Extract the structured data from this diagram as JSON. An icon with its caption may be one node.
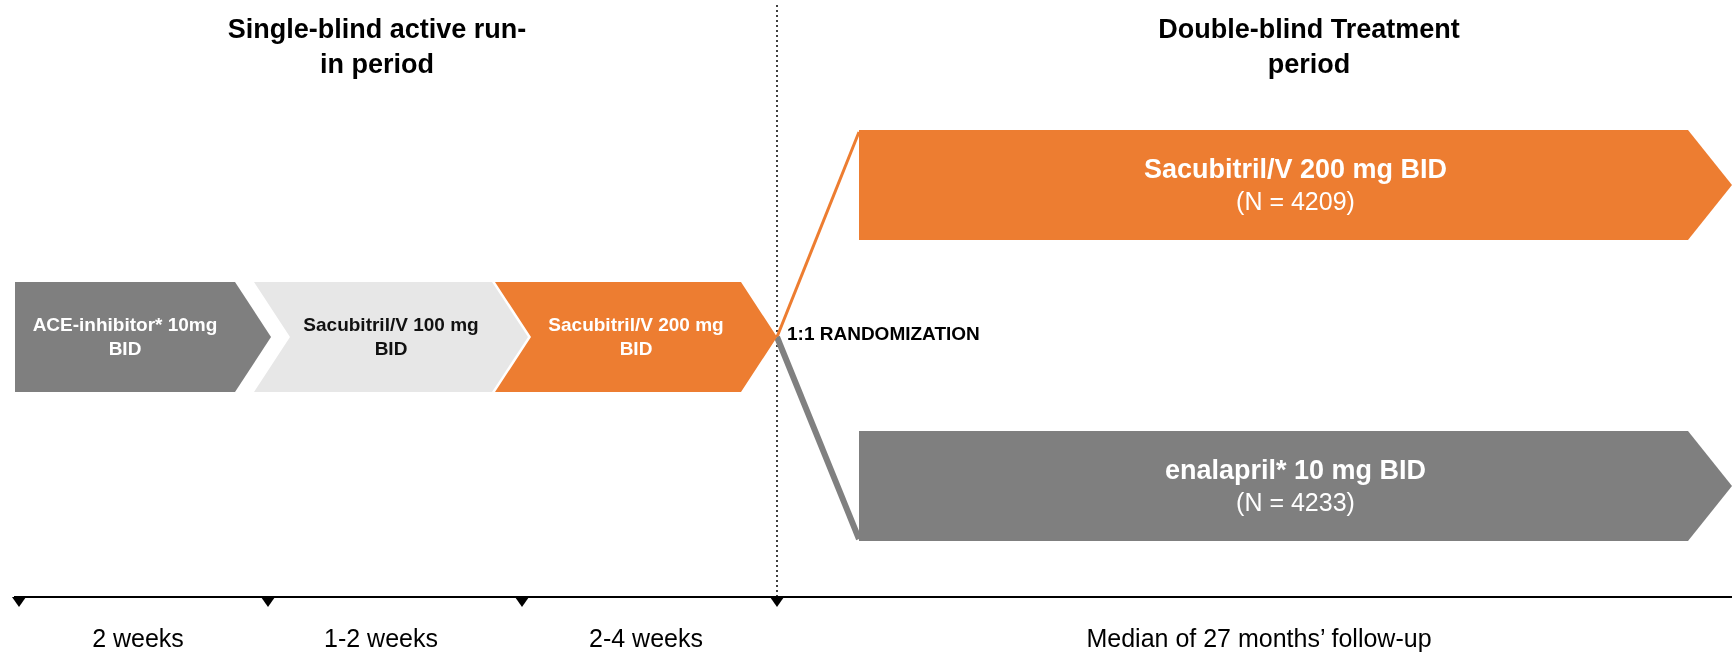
{
  "diagram": {
    "nodes": [
      {
        "text": [
          "ACE-inhibitor* 10mg BID"
        ]
      },
      {
        "text": [
          "Sacubitril/V 100 mg BID"
        ]
      },
      {
        "text": [
          "Sacubitril/V 200 mg BID"
        ]
      },
      {
        "text": [
          "Sacubitril/V 200 mg BID",
          "(N = 4209)"
        ]
      },
      {
        "text": [
          "enalapril* 10 mg BID",
          "(N = 4233)"
        ]
      }
    ],
    "edges": [
      {
        "from": 2,
        "to": 3,
        "arrow": "none",
        "color": "#ed7d31"
      },
      {
        "from": 2,
        "to": 4,
        "arrow": "none",
        "color": "#808080",
        "style": "thick"
      }
    ],
    "labels": [
      "Single-blind active run-in period",
      "Double-blind Treatment period",
      "1:1 RANDOMIZATION",
      "2 weeks",
      "1-2 weeks",
      "2-4 weeks",
      "Median of 27 months’ follow-up"
    ]
  }
}
